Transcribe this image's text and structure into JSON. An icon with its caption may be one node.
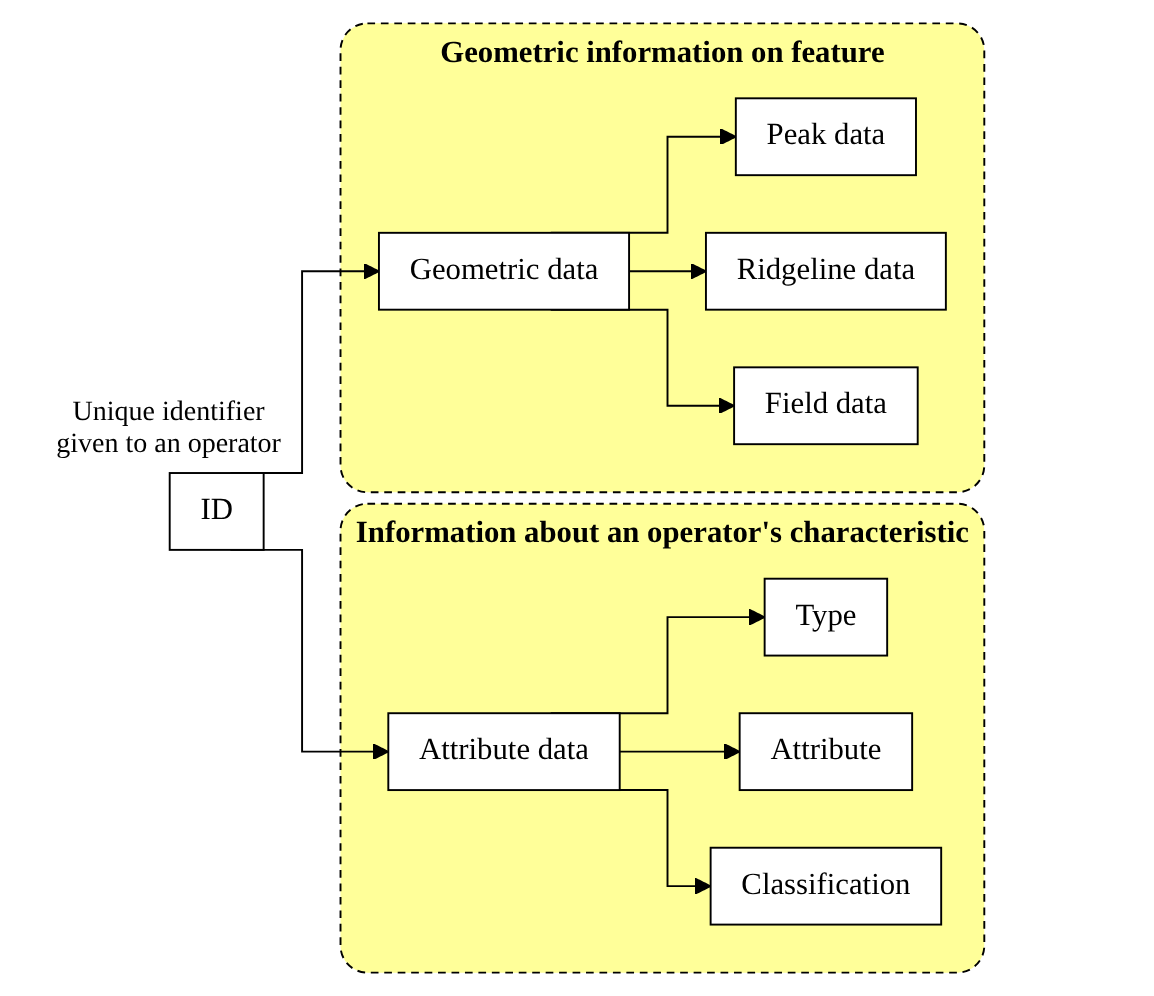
{
  "diagram": {
    "nodes": [
      {
        "text": [
          "ID"
        ],
        "beside": [
          "Unique identifier given to an operator"
        ]
      },
      {
        "text": [
          "Information about an operator's characteristic"
        ]
      },
      {
        "text": [
          "Attribute data"
        ],
        "in": 1
      },
      {
        "text": [
          "Type"
        ],
        "in": 1
      },
      {
        "text": [
          "Attribute"
        ],
        "in": 1
      },
      {
        "text": [
          "Classification"
        ],
        "in": 1
      },
      {
        "text": [
          "Geometric information on feature"
        ]
      },
      {
        "text": [
          "Geometric data"
        ],
        "in": 6
      },
      {
        "text": [
          "Peak data"
        ],
        "in": 6
      },
      {
        "text": [
          "Ridgeline data"
        ],
        "in": 6
      },
      {
        "text": [
          "Field data"
        ],
        "in": 6
      }
    ],
    "edges": [
      {
        "from": 0,
        "to": 2,
        "arrow": "to"
      },
      {
        "from": 0,
        "to": 7,
        "arrow": "to"
      },
      {
        "from": 2,
        "to": 3,
        "arrow": "to"
      },
      {
        "from": 2,
        "to": 4,
        "arrow": "to"
      },
      {
        "from": 2,
        "to": 5,
        "arrow": "to"
      },
      {
        "from": 7,
        "to": 8,
        "arrow": "to"
      },
      {
        "from": 7,
        "to": 9,
        "arrow": "to"
      },
      {
        "from": 7,
        "to": 10,
        "arrow": "to"
      }
    ]
  }
}
